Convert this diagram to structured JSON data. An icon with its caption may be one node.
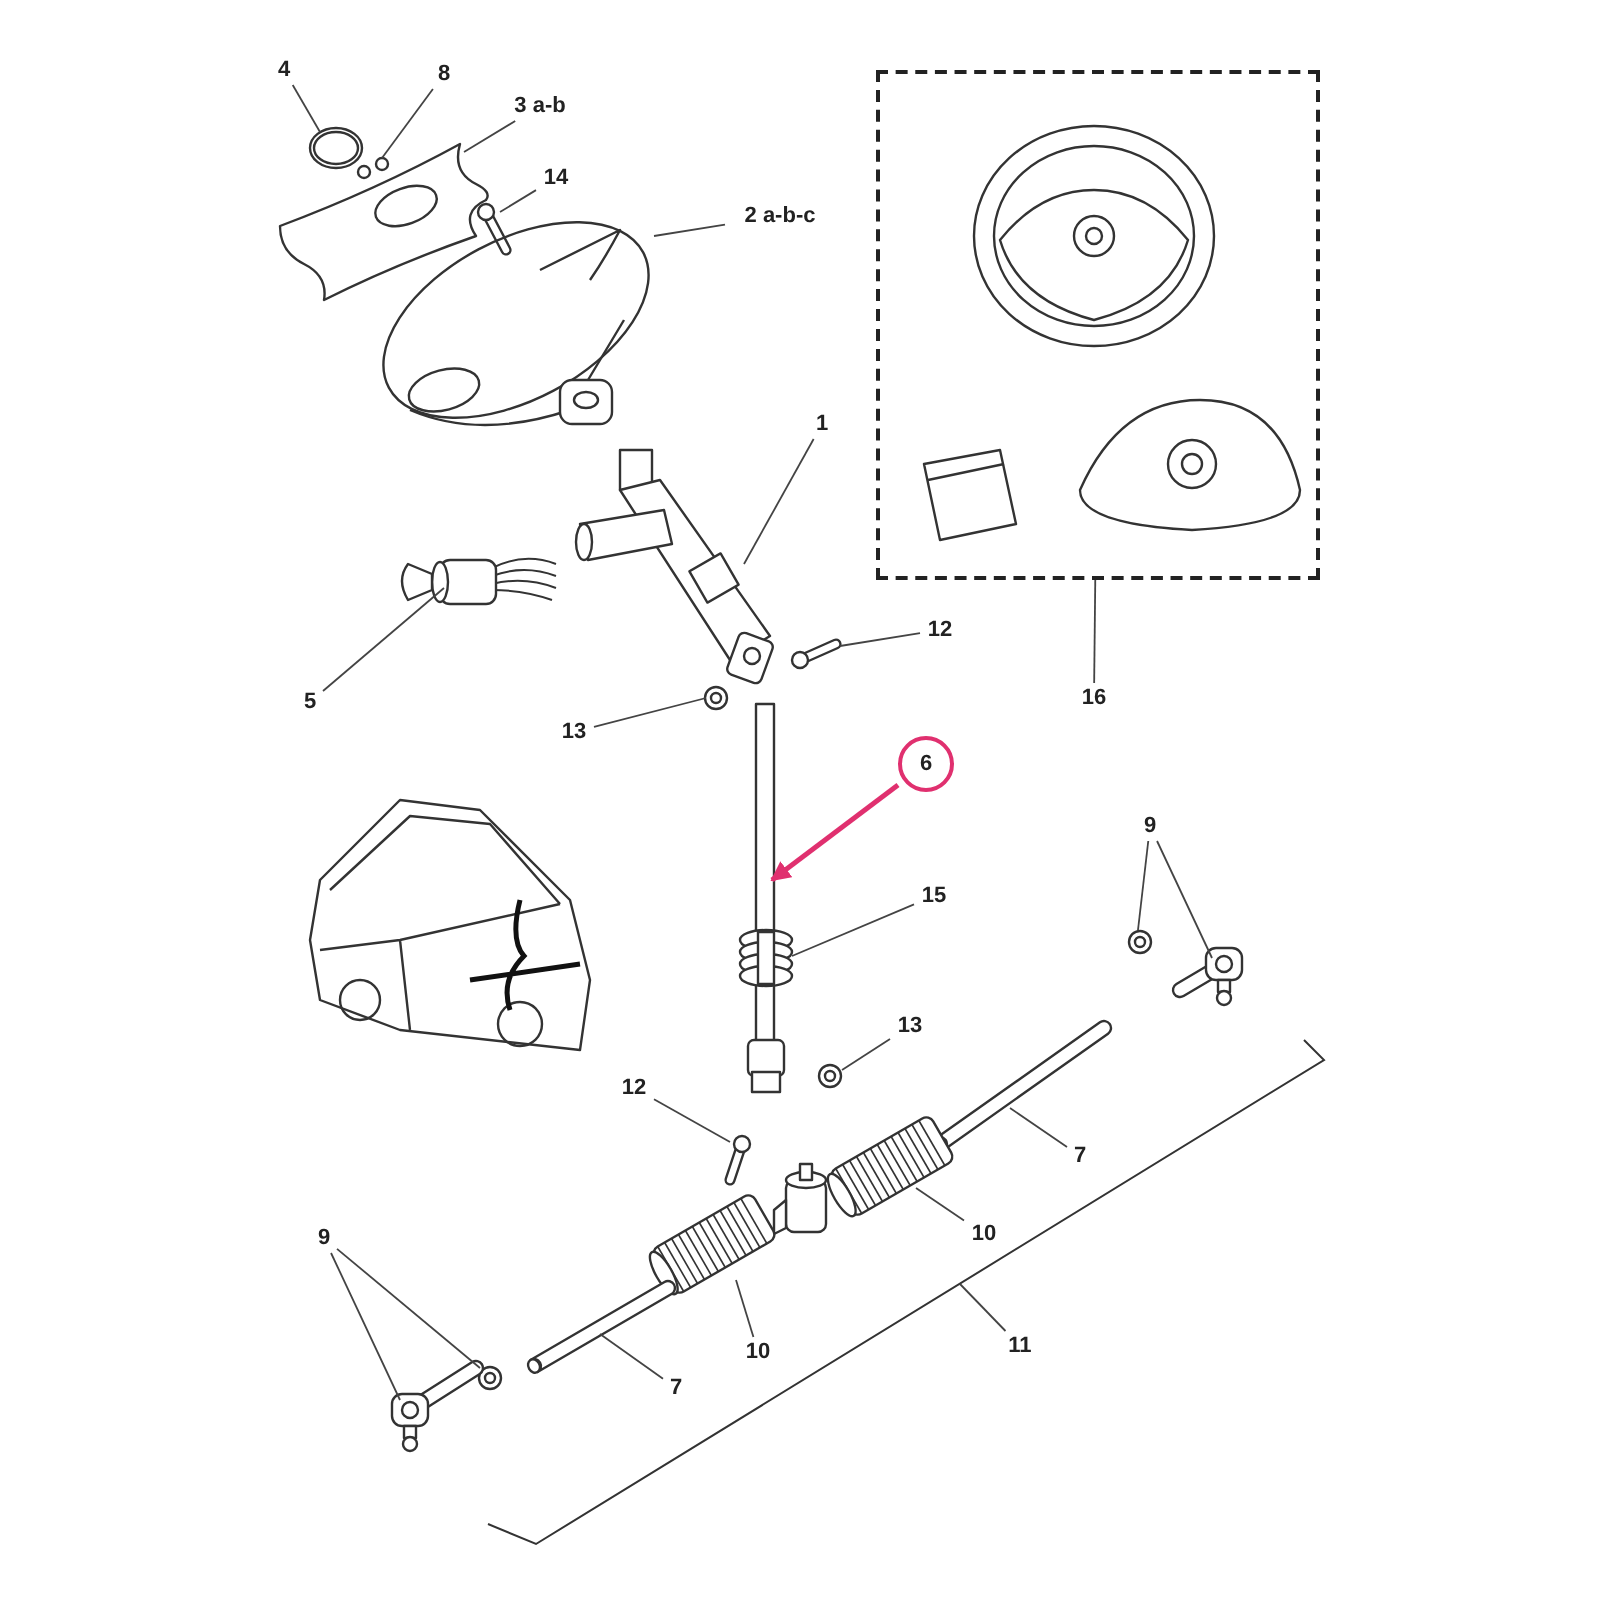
{
  "diagram": {
    "nodes": [
      {
        "text": [
          "4"
        ]
      },
      {
        "text": [],
        "shape": "picture"
      },
      {
        "text": [
          "8"
        ]
      },
      {
        "text": [],
        "shape": "picture"
      },
      {
        "text": [
          "3 a-b"
        ]
      },
      {
        "text": [],
        "shape": "picture"
      },
      {
        "text": [
          "14"
        ]
      },
      {
        "text": [],
        "shape": "picture"
      },
      {
        "text": [
          "2 a-b-c"
        ]
      },
      {
        "text": [],
        "shape": "picture"
      },
      {
        "text": [
          "1"
        ]
      },
      {
        "text": [],
        "shape": "picture"
      },
      {
        "text": [
          "5"
        ]
      },
      {
        "text": [],
        "shape": "picture"
      },
      {
        "text": [
          "12"
        ]
      },
      {
        "text": [],
        "shape": "picture"
      },
      {
        "text": [
          "13"
        ]
      },
      {
        "text": [],
        "shape": "picture"
      },
      {
        "text": [
          "6"
        ]
      },
      {
        "text": [],
        "shape": "picture"
      },
      {
        "text": [
          "15"
        ]
      },
      {
        "text": [],
        "shape": "picture"
      },
      {
        "text": [
          "13"
        ]
      },
      {
        "text": [],
        "shape": "picture"
      },
      {
        "text": [
          "12"
        ]
      },
      {
        "text": [],
        "shape": "picture"
      },
      {
        "text": [
          "9"
        ]
      },
      {
        "text": [],
        "shape": "picture"
      },
      {
        "text": [],
        "shape": "picture"
      },
      {
        "text": [
          "7"
        ]
      },
      {
        "text": [],
        "shape": "picture"
      },
      {
        "text": [
          "10"
        ]
      },
      {
        "text": [],
        "shape": "picture"
      },
      {
        "text": [
          "10"
        ]
      },
      {
        "text": [],
        "shape": "picture"
      },
      {
        "text": [
          "7"
        ]
      },
      {
        "text": [],
        "shape": "picture"
      },
      {
        "text": [
          "9"
        ]
      },
      {
        "text": [],
        "shape": "picture"
      },
      {
        "text": [],
        "shape": "picture"
      },
      {
        "text": [
          "11"
        ]
      },
      {
        "text": [
          "16"
        ]
      },
      {
        "text": [],
        "shape": "box"
      }
    ],
    "edges": [
      {
        "from": 0,
        "to": 1,
        "arrow": "none"
      },
      {
        "from": 2,
        "to": 3,
        "arrow": "none"
      },
      {
        "from": 4,
        "to": 5,
        "arrow": "none"
      },
      {
        "from": 6,
        "to": 7,
        "arrow": "none"
      },
      {
        "from": 8,
        "to": 9,
        "arrow": "none"
      },
      {
        "from": 10,
        "to": 11,
        "arrow": "none"
      },
      {
        "from": 12,
        "to": 13,
        "arrow": "none"
      },
      {
        "from": 14,
        "to": 15,
        "arrow": "none"
      },
      {
        "from": 16,
        "to": 17,
        "arrow": "none"
      },
      {
        "from": 18,
        "to": 19,
        "arrow": "to",
        "style": "thick",
        "color": "#e0306f"
      },
      {
        "from": 20,
        "to": 21,
        "arrow": "none"
      },
      {
        "from": 22,
        "to": 23,
        "arrow": "none"
      },
      {
        "from": 24,
        "to": 25,
        "arrow": "none"
      },
      {
        "from": 26,
        "to": 27,
        "arrow": "none"
      },
      {
        "from": 26,
        "to": 28,
        "arrow": "none"
      },
      {
        "from": 29,
        "to": 30,
        "arrow": "none"
      },
      {
        "from": 31,
        "to": 32,
        "arrow": "none"
      },
      {
        "from": 33,
        "to": 34,
        "arrow": "none"
      },
      {
        "from": 35,
        "to": 36,
        "arrow": "none"
      },
      {
        "from": 37,
        "to": 38,
        "arrow": "none"
      },
      {
        "from": 37,
        "to": 39,
        "arrow": "none"
      },
      {
        "from": 40,
        "to": null,
        "arrow": "none"
      },
      {
        "from": 41,
        "to": 42,
        "arrow": "none"
      }
    ]
  }
}
